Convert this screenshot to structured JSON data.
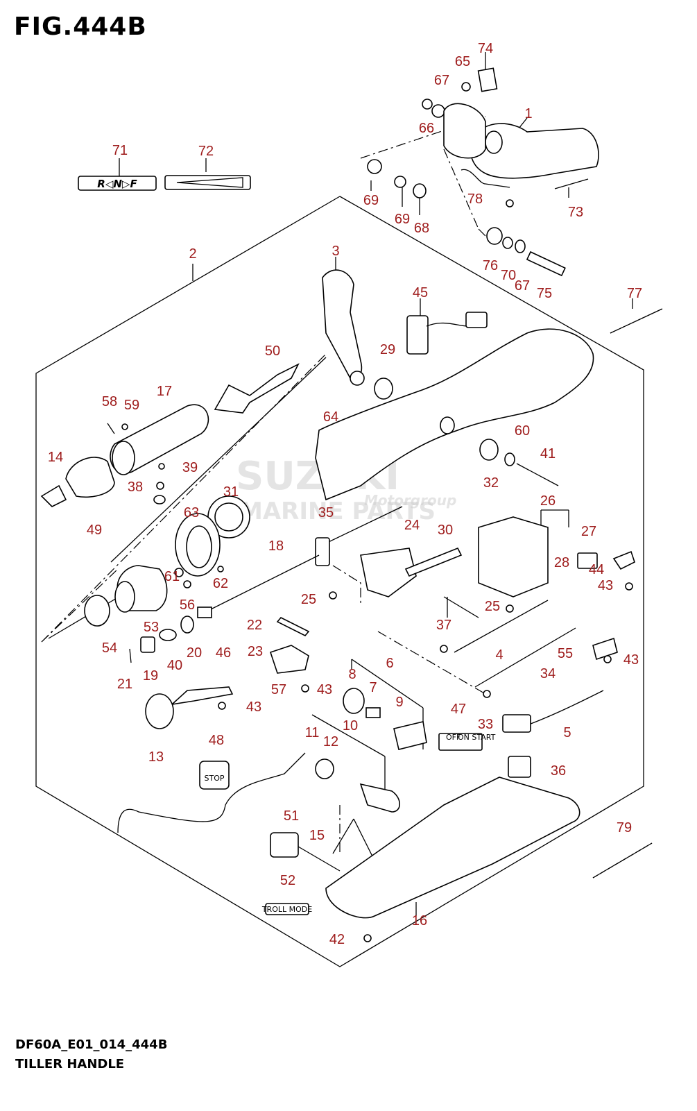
{
  "figure": {
    "title": "FIG.444B",
    "code": "DF60A_E01_014_444B",
    "subtitle": "TILLER HANDLE"
  },
  "labels": {
    "shift_decal": "R◁N▷F",
    "stop_plate": "STOP",
    "switch_plate_off": "OFF",
    "switch_plate_on_start": "ON START",
    "troll_mode": "TROLL MODE",
    "watermark_main": "SUZUKI",
    "watermark_sub": "MARINE PARTS",
    "watermark_script": "Motorgroup"
  },
  "callouts": [
    "1",
    "2",
    "3",
    "4",
    "5",
    "6",
    "7",
    "8",
    "9",
    "10",
    "11",
    "12",
    "13",
    "14",
    "15",
    "16",
    "17",
    "18",
    "19",
    "20",
    "21",
    "22",
    "23",
    "24",
    "25",
    "25",
    "26",
    "27",
    "28",
    "29",
    "30",
    "31",
    "32",
    "33",
    "34",
    "35",
    "36",
    "37",
    "38",
    "39",
    "40",
    "41",
    "42",
    "43",
    "43",
    "43",
    "43",
    "44",
    "45",
    "46",
    "47",
    "48",
    "49",
    "50",
    "51",
    "52",
    "53",
    "54",
    "55",
    "56",
    "57",
    "58",
    "59",
    "60",
    "61",
    "62",
    "63",
    "64",
    "65",
    "66",
    "67",
    "67",
    "68",
    "69",
    "69",
    "70",
    "71",
    "72",
    "73",
    "74",
    "75",
    "76",
    "77",
    "78",
    "79"
  ],
  "colors": {
    "callout": "#9e1b1b",
    "line": "#000000"
  }
}
